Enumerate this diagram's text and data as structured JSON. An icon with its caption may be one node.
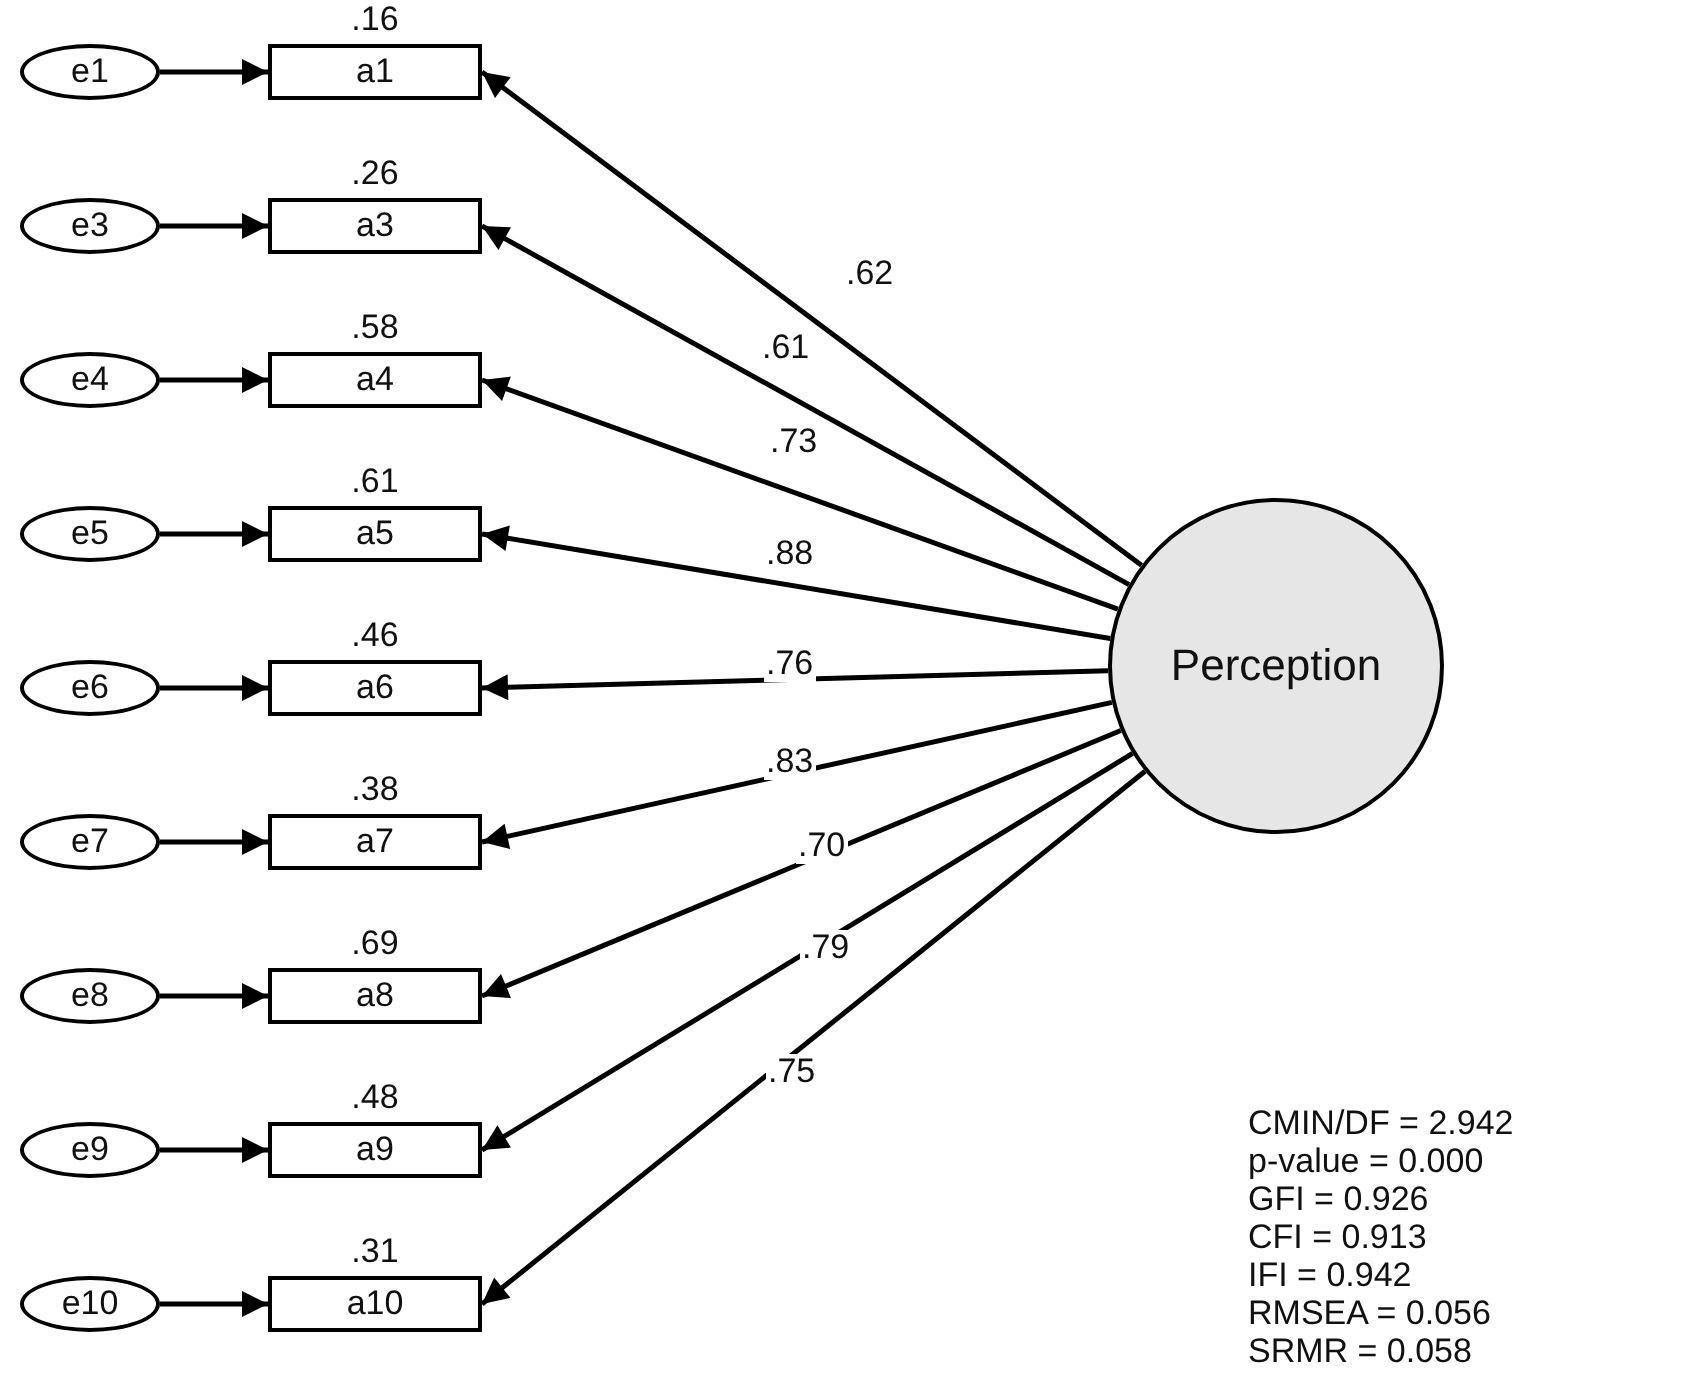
{
  "diagram": {
    "nodes": [
      {
        "text": [
          "e1"
        ]
      },
      {
        "text": [
          "a1"
        ],
        "beside": [
          ".16"
        ]
      },
      {
        "text": [
          "e3"
        ]
      },
      {
        "text": [
          "a3"
        ],
        "beside": [
          ".26"
        ]
      },
      {
        "text": [
          "e4"
        ]
      },
      {
        "text": [
          "a4"
        ],
        "beside": [
          ".58"
        ]
      },
      {
        "text": [
          "e5"
        ]
      },
      {
        "text": [
          "a5"
        ],
        "beside": [
          ".61"
        ]
      },
      {
        "text": [
          "e6"
        ]
      },
      {
        "text": [
          "a6"
        ],
        "beside": [
          ".46"
        ]
      },
      {
        "text": [
          "e7"
        ]
      },
      {
        "text": [
          "a7"
        ],
        "beside": [
          ".38"
        ]
      },
      {
        "text": [
          "e8"
        ]
      },
      {
        "text": [
          "a8"
        ],
        "beside": [
          ".69"
        ]
      },
      {
        "text": [
          "e9"
        ]
      },
      {
        "text": [
          "a9"
        ],
        "beside": [
          ".48"
        ]
      },
      {
        "text": [
          "e10"
        ]
      },
      {
        "text": [
          "a10"
        ],
        "beside": [
          ".31"
        ]
      },
      {
        "text": [
          "Perception"
        ]
      }
    ],
    "edges": [
      {
        "from": 0,
        "to": 1,
        "arrow": "to"
      },
      {
        "from": 2,
        "to": 3,
        "arrow": "to"
      },
      {
        "from": 4,
        "to": 5,
        "arrow": "to"
      },
      {
        "from": 6,
        "to": 7,
        "arrow": "to"
      },
      {
        "from": 8,
        "to": 9,
        "arrow": "to"
      },
      {
        "from": 10,
        "to": 11,
        "arrow": "to"
      },
      {
        "from": 12,
        "to": 13,
        "arrow": "to"
      },
      {
        "from": 14,
        "to": 15,
        "arrow": "to"
      },
      {
        "from": 16,
        "to": 17,
        "arrow": "to"
      },
      {
        "from": 18,
        "to": 1,
        "arrow": "to",
        "label": ".62"
      },
      {
        "from": 18,
        "to": 3,
        "arrow": "to",
        "label": ".61"
      },
      {
        "from": 18,
        "to": 5,
        "arrow": "to",
        "label": ".73"
      },
      {
        "from": 18,
        "to": 7,
        "arrow": "to",
        "label": ".88"
      },
      {
        "from": 18,
        "to": 9,
        "arrow": "to",
        "label": ".76"
      },
      {
        "from": 18,
        "to": 11,
        "arrow": "to",
        "label": ".83"
      },
      {
        "from": 18,
        "to": 13,
        "arrow": "to",
        "label": ".70"
      },
      {
        "from": 18,
        "to": 15,
        "arrow": "to",
        "label": ".79"
      },
      {
        "from": 18,
        "to": 17,
        "arrow": "to",
        "label": ".75"
      }
    ],
    "labels": [
      "CMIN/DF = 2.942",
      "p-value = 0.000",
      "GFI = 0.926",
      "CFI = 0.913",
      "IFI = 0.942",
      "RMSEA = 0.056",
      "SRMR = 0.058"
    ]
  }
}
